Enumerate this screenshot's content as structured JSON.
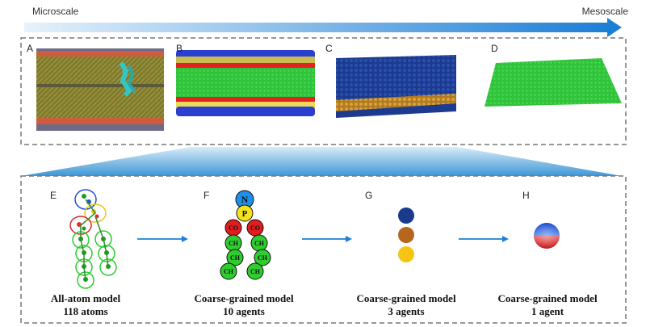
{
  "scale": {
    "left": "Microscale",
    "right": "Mesoscale"
  },
  "top_panels": [
    {
      "letter": "A"
    },
    {
      "letter": "B"
    },
    {
      "letter": "C"
    },
    {
      "letter": "D"
    }
  ],
  "models": [
    {
      "letter": "E",
      "title": "All-atom model",
      "count": "118 atoms"
    },
    {
      "letter": "F",
      "title": "Coarse-grained model",
      "count": "10 agents"
    },
    {
      "letter": "G",
      "title": "Coarse-grained model",
      "count": "3 agents"
    },
    {
      "letter": "H",
      "title": "Coarse-grained model",
      "count": "1 agent"
    }
  ],
  "cg10_nodes": {
    "n": "N",
    "p": "P",
    "co": "CO",
    "ch": "CH"
  },
  "colors": {
    "arrow": "#1c7fd6",
    "nitrogen": "#1e90e8",
    "phosphate": "#f4e31c",
    "carbonyl": "#e11d1d",
    "tail": "#2ecc2e",
    "bead_head": "#1a3a8c",
    "bead_mid": "#b8651f",
    "bead_tail": "#f6c514",
    "membrane_green": "#2fc23a"
  }
}
